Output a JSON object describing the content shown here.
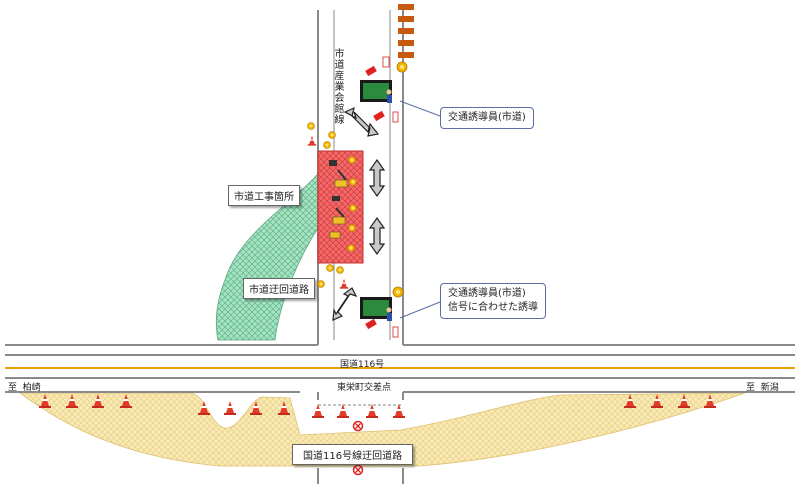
{
  "labels": {
    "city_road": "市道産業会館線",
    "construction_site": "市道工事箇所",
    "city_detour": "市道迂回道路",
    "guide_1": "交通誘導員(市道)",
    "guide_2_line1": "交通誘導員(市道)",
    "guide_2_line2": "信号に合わせた誘導",
    "national_road": "国道116号",
    "intersection": "東栄町交差点",
    "to_left_prefix": "至",
    "to_left": "柏崎",
    "to_right_prefix": "至",
    "to_right": "新潟",
    "national_detour": "国道116号線迂回道路"
  },
  "colors": {
    "road_line": "#8a8a8a",
    "construction_fill": "#f06b6b",
    "city_detour_fill": "#a9e2c2",
    "national_detour_fill": "#f9e9b3",
    "center_line": "#e8a000",
    "cone": "#e23b2a"
  },
  "icons": [
    "traffic-cone-icon",
    "warning-light-icon",
    "signboard-icon",
    "excavator-icon",
    "traffic-guard-icon",
    "no-entry-sign-icon",
    "two-way-arrow-icon"
  ]
}
